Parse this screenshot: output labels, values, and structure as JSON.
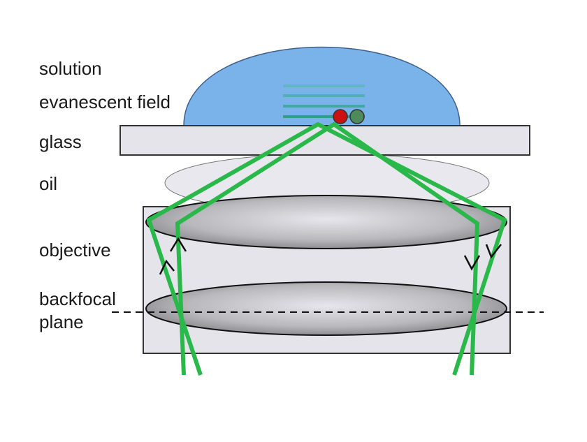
{
  "labels": {
    "solution": "solution",
    "evanescent_field": "evanescent field",
    "glass": "glass",
    "oil": "oil",
    "objective": "objective",
    "backfocal": "backfocal",
    "plane": "plane"
  },
  "colors": {
    "solution": "#7ab3ea",
    "glass": "#e4e4ea",
    "ray": "#2bb84a",
    "field_lines": "#3aa8a0",
    "fluorophore_red": "#cc1111",
    "fluorophore_green": "#4f8a5a"
  }
}
